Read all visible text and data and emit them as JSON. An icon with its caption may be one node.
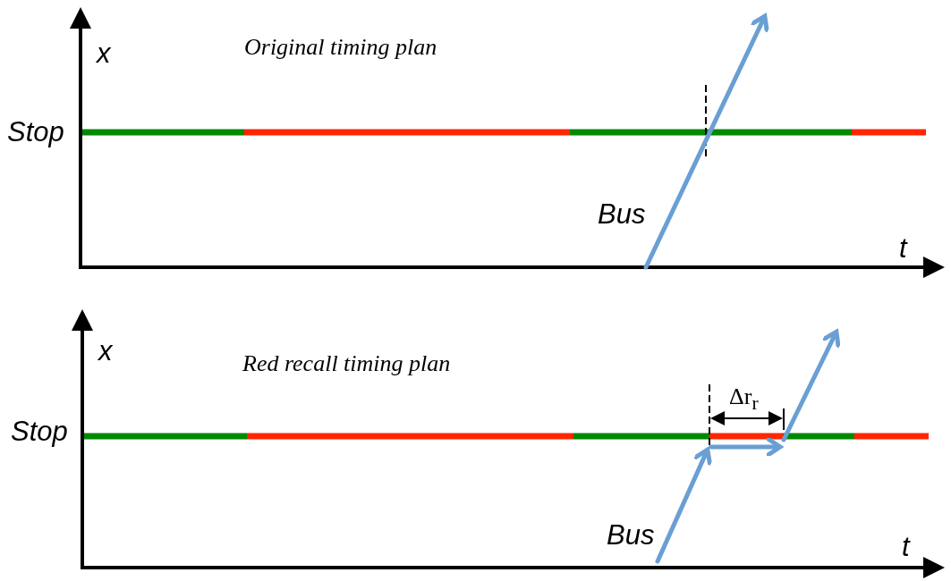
{
  "diagram": {
    "labels": [
      "x",
      "Original timing plan",
      "Stop",
      "Bus",
      "t",
      "x",
      "Red recall timing plan",
      "Δr$_{r}$",
      "Stop",
      "Bus",
      "t"
    ]
  }
}
